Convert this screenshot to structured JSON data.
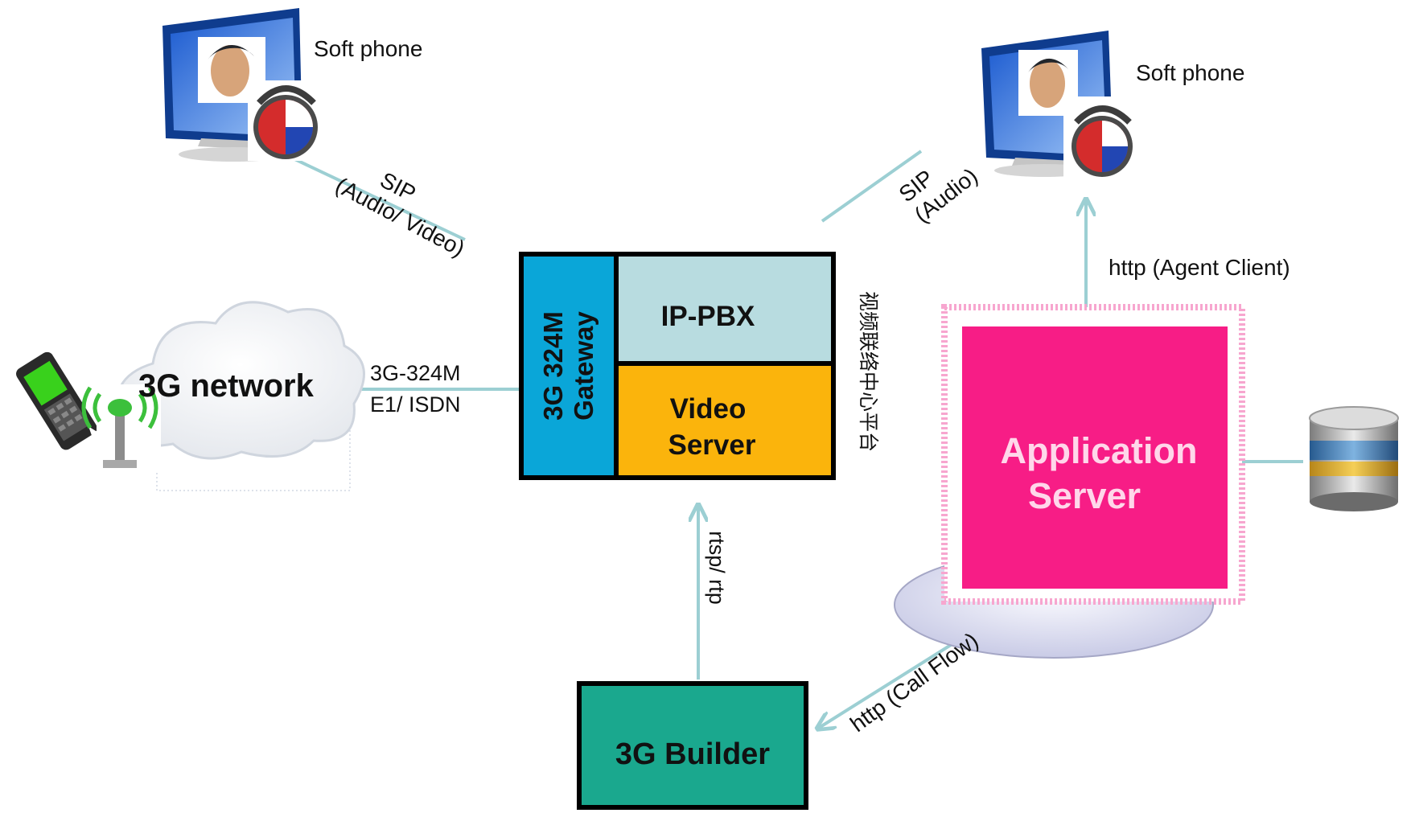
{
  "soft_phone_left": {
    "label": "Soft phone",
    "icon": "softphone-computer-icon"
  },
  "soft_phone_right": {
    "label": "Soft phone",
    "icon": "softphone-computer-icon"
  },
  "links": {
    "sip_left_line1": "SIP",
    "sip_left_line2": "(Audio/ Video)",
    "sip_right_line1": "SIP",
    "sip_right_line2": "(Audio)",
    "trunk_line1": "3G-324M",
    "trunk_line2": "E1/ ISDN",
    "http_agent": "http (Agent Client)",
    "rtsp": "rtsp/ rtp",
    "http_callflow": "http (Call Flow)"
  },
  "network": {
    "label": "3G network",
    "icon": "cloud-icon",
    "phone_icon": "mobile-phone-icon",
    "antenna_icon": "antenna-icon"
  },
  "platform": {
    "gateway_line1": "3G 324M",
    "gateway_line2": "Gateway",
    "ippbx": "IP-PBX",
    "video_line1": "Video",
    "video_line2": "Server",
    "caption": "视频联络中心平台"
  },
  "app_server": {
    "line1": "Application",
    "line2": "Server"
  },
  "database": {
    "icon": "database-icon"
  },
  "builder": {
    "label": "3G Builder"
  },
  "colors": {
    "gateway": "#0aa6d8",
    "ippbx": "#b8dce0",
    "video_server": "#fbb40c",
    "app_server": "#f71d86",
    "builder": "#1aa88e",
    "link": "#9ccfd3"
  }
}
